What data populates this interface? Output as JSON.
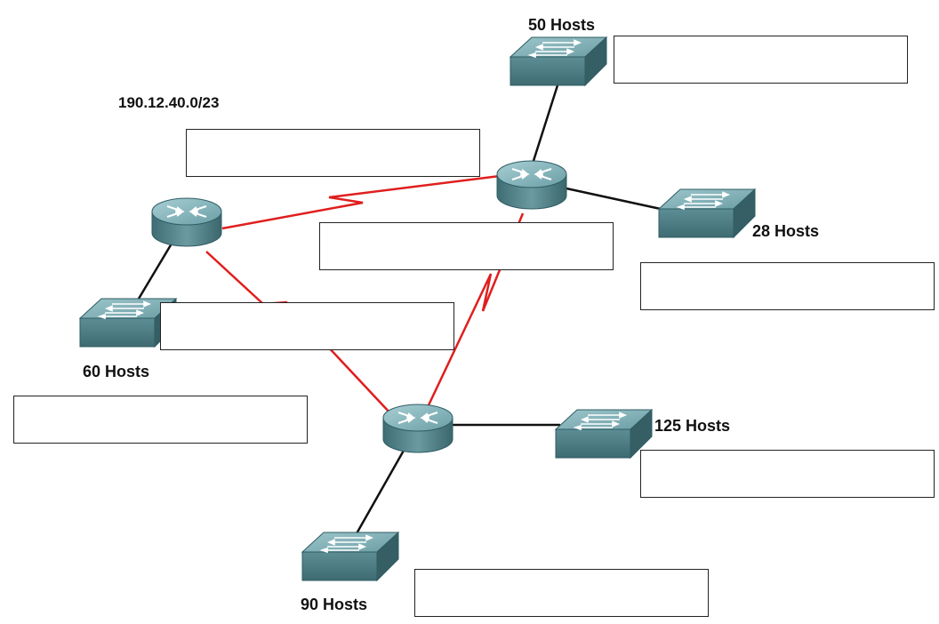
{
  "network": {
    "address_label": "190.12.40.0/23",
    "lans": [
      {
        "id": "lan-50",
        "hosts_label": "50 Hosts",
        "answer": ""
      },
      {
        "id": "lan-28",
        "hosts_label": "28 Hosts",
        "answer": ""
      },
      {
        "id": "lan-60",
        "hosts_label": "60 Hosts",
        "answer": ""
      },
      {
        "id": "lan-125",
        "hosts_label": "125 Hosts",
        "answer": ""
      },
      {
        "id": "lan-90",
        "hosts_label": "90 Hosts",
        "answer": ""
      }
    ],
    "wan_links": [
      {
        "id": "wan-left-top",
        "answer": ""
      },
      {
        "id": "wan-top-bottom",
        "answer": ""
      },
      {
        "id": "wan-left-bottom",
        "answer": ""
      }
    ]
  },
  "colors": {
    "wan_link": "#e01e1e",
    "lan_link": "#111111",
    "device_top": "#7fb0b7",
    "device_side": "#4f8289",
    "device_dark": "#2f5c63",
    "arrow": "#ffffff"
  },
  "icons": {
    "router": "router-icon",
    "switch": "switch-icon"
  }
}
